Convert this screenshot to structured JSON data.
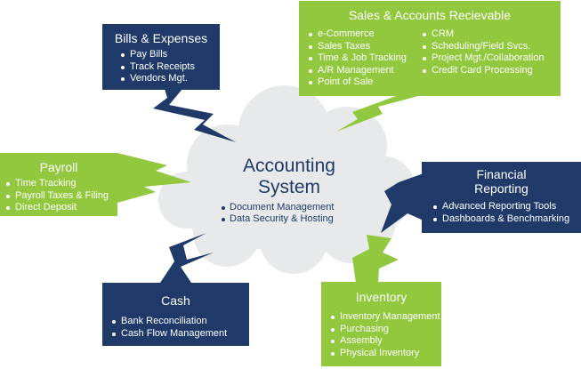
{
  "colors": {
    "navy": "#1f3a68",
    "green": "#92c83e",
    "cloud": "#e8e9ea",
    "text_dark": "#1f3a68"
  },
  "center": {
    "title": "Accounting System",
    "items": [
      "Document Management",
      "Data Security & Hosting"
    ]
  },
  "bills": {
    "title": "Bills & Expenses",
    "items": [
      "Pay Bills",
      "Track Receipts",
      "Vendors Mgt."
    ]
  },
  "sales": {
    "title": "Sales & Accounts Recievable",
    "items_left": [
      "e-Commerce",
      "Sales Taxes",
      "Time & Job Tracking",
      "A/R Management",
      "Point of Sale"
    ],
    "items_right": [
      "CRM",
      "Scheduling/Field Svcs.",
      "Project Mgt./Collaboration",
      "Credit Card Processing"
    ]
  },
  "payroll": {
    "title": "Payroll",
    "items": [
      "Time Tracking",
      "Payroll Taxes & Filing",
      "Direct Deposit"
    ]
  },
  "financial": {
    "title": "Financial Reporting",
    "items": [
      "Advanced Reporting Tools",
      "Dashboards & Benchmarking"
    ]
  },
  "cash": {
    "title": "Cash",
    "items": [
      "Bank Reconciliation",
      "Cash Flow Management"
    ]
  },
  "inventory": {
    "title": "Inventory",
    "items": [
      "Inventory Management",
      "Purchasing",
      "Assembly",
      "Physical Inventory"
    ]
  }
}
